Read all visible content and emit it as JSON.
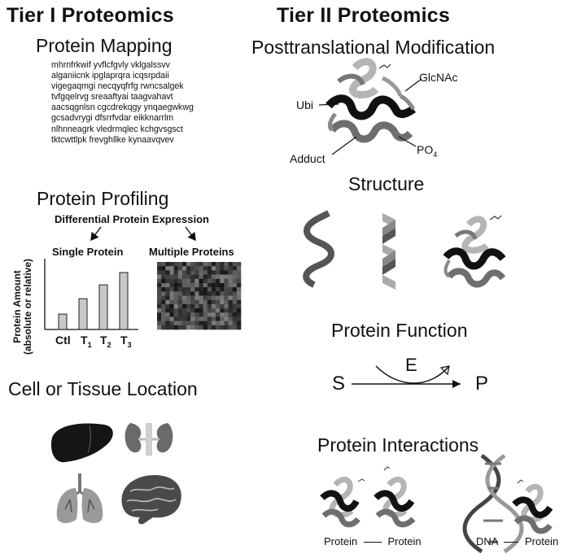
{
  "tier1": {
    "title": "Tier I Proteomics",
    "mapping": {
      "title": "Protein Mapping",
      "sequence": [
        "mhrnfrkwif yvflcfgvly vklgalssvv",
        "alganiicnk ipglaprqra icqsrpdaii",
        "vigegaqmgi necqyqfrfg rwncsalgek",
        "tvfgqelrvg sreaaftyai taagvahavt",
        "aacsqgnlsn cgcdrekqgy ynqaegwkwg",
        "gcsadvrygi dfsrrfvdar eikknarrlm",
        "nlhnneagrk vledrmqlec kchgvsgsct",
        "tktcwttlpk frevghllke kynaavqvev"
      ]
    },
    "profiling": {
      "title": "Protein Profiling",
      "subtitle": "Differential Protein Expression",
      "single_label": "Single Protein",
      "multiple_label": "Multiple Proteins",
      "ylabel_line1": "Protein Amount",
      "ylabel_line2": "(absolute or relative)",
      "tick_labels": [
        {
          "main": "Ctl",
          "sub": ""
        },
        {
          "main": "T",
          "sub": "1"
        },
        {
          "main": "T",
          "sub": "2"
        },
        {
          "main": "T",
          "sub": "3"
        }
      ]
    },
    "location": {
      "title": "Cell or Tissue Location"
    }
  },
  "tier2": {
    "title": "Tier II Proteomics",
    "ptm": {
      "title": "Posttranslational Modification",
      "labels": {
        "ubi": "Ubi",
        "glcnac": "GlcNAc",
        "adduct": "Adduct",
        "po4_main": "PO",
        "po4_sub": "4"
      }
    },
    "structure": {
      "title": "Structure"
    },
    "function": {
      "title": "Protein Function",
      "s": "S",
      "e": "E",
      "p": "P"
    },
    "interactions": {
      "title": "Protein Interactions",
      "left_a": "Protein",
      "left_b": "Protein",
      "right_a": "DNA",
      "right_b": "Protein"
    }
  },
  "chart_data": {
    "type": "bar",
    "categories": [
      "Ctl",
      "T1",
      "T2",
      "T3"
    ],
    "values": [
      1.0,
      2.0,
      2.9,
      3.7
    ],
    "xlabel": "",
    "ylabel": "Protein Amount (absolute or relative)",
    "ylim": [
      0,
      4.6
    ]
  },
  "colors": {
    "bar_fill": "#c8c8c8",
    "helix_dark": "#1a1a1a",
    "helix_mid": "#6e6e6e",
    "helix_light": "#b5b5b5"
  }
}
